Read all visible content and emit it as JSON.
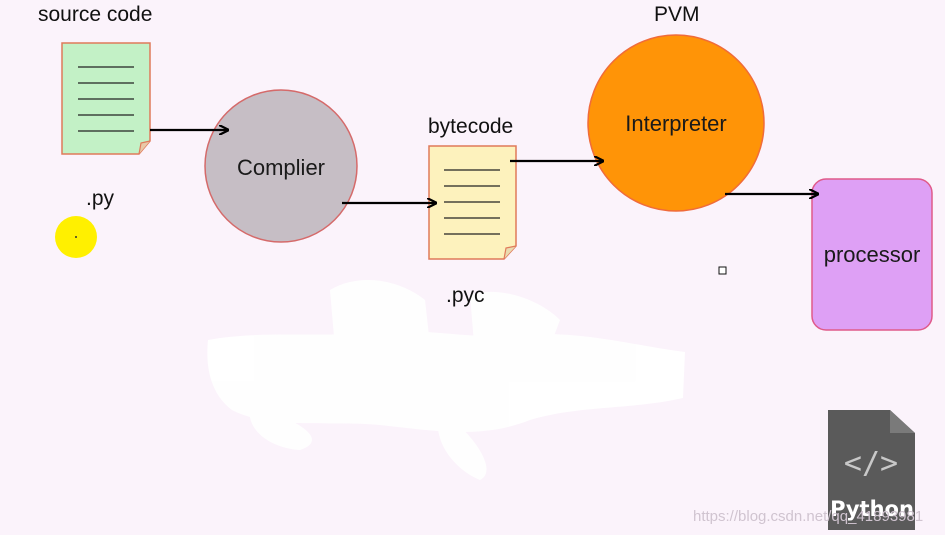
{
  "labels": {
    "source_code": "source code",
    "py_ext": ".py",
    "compiler": "Complier",
    "bytecode": "bytecode",
    "pyc_ext": ".pyc",
    "pvm": "PVM",
    "interpreter": "Interpreter",
    "processor": "processor"
  },
  "watermark": {
    "url": "https://blog.csdn.net/qq_41893981",
    "logo_text": "Python"
  },
  "colors": {
    "background": "#fbf3fb",
    "source_doc_fill": "#c3f1c6",
    "source_doc_border": "#e07a5a",
    "compiler_fill": "#c6bec5",
    "compiler_border": "#d56a6a",
    "bytecode_doc_fill": "#fdf2bd",
    "bytecode_doc_border": "#e07a5a",
    "interpreter_fill": "#ff9407",
    "interpreter_border": "#f06b3a",
    "processor_fill": "#dea0f5",
    "processor_border": "#e05a8a",
    "cursor_highlight": "#fff000"
  }
}
